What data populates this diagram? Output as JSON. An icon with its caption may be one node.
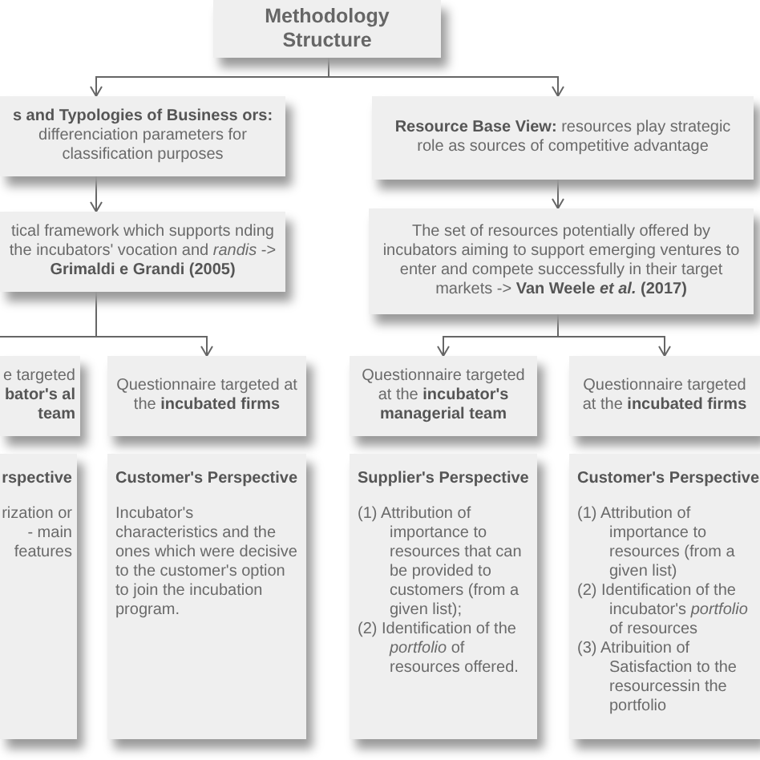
{
  "diagram": {
    "nodes": [
      {
        "text": [
          "Methodology Structure"
        ]
      },
      {
        "text": [
          "**s and Typologies of Business ors:** differenciation parameters for classification purposes"
        ]
      },
      {
        "text": [
          "**Resource Base View:** resources play strategic role as sources of competitive advantage"
        ]
      },
      {
        "text": [
          "tical framework which supports nding  the incubators' vocation and *randis* -> **Grimaldi e Grandi (2005)**"
        ]
      },
      {
        "text": [
          "The set of resources potentially offered by incubators aiming to support emerging ventures to enter and compete  successfully in their target markets -> **Van Weele *et al.* (2017)**"
        ]
      },
      {
        "text": [
          "e targeted **bator's al team**"
        ]
      },
      {
        "text": [
          "Questionnaire targeted at the **incubated firms**"
        ]
      },
      {
        "text": [
          "Questionnaire targeted at the **incubator's managerial team**"
        ]
      },
      {
        "text": [
          "Questionnaire targeted at the **incubated firms**"
        ]
      },
      {
        "text": [
          "rspective",
          "rization or - main features"
        ]
      },
      {
        "text": [
          "Customer's Perspective",
          "Incubator's characteristics and the ones which were decisive to the customer's option to join the incubation program."
        ]
      },
      {
        "text": [
          "Supplier's Perspective",
          "(1) Attribution of importance to resources that can be provided to customers (from a given list);",
          "(2) Identification of the *portfolio* of resources offered."
        ]
      },
      {
        "text": [
          "Customer's Perspective",
          "(1) Attribution of importance to resources (from a given list)",
          "(2) Identification of the incubator's *portfolio* of resources",
          "(3) Atribuition of Satisfaction to the resourcessin the portfolio"
        ]
      }
    ],
    "edges": [
      {
        "from": 0,
        "to": 1,
        "arrow": "to"
      },
      {
        "from": 0,
        "to": 2,
        "arrow": "to"
      },
      {
        "from": 1,
        "to": 3,
        "arrow": "to"
      },
      {
        "from": 2,
        "to": 4,
        "arrow": "to"
      },
      {
        "from": 3,
        "to": 6,
        "arrow": "to"
      },
      {
        "from": 4,
        "to": 7,
        "arrow": "to"
      },
      {
        "from": 4,
        "to": 8,
        "arrow": "to"
      }
    ]
  }
}
